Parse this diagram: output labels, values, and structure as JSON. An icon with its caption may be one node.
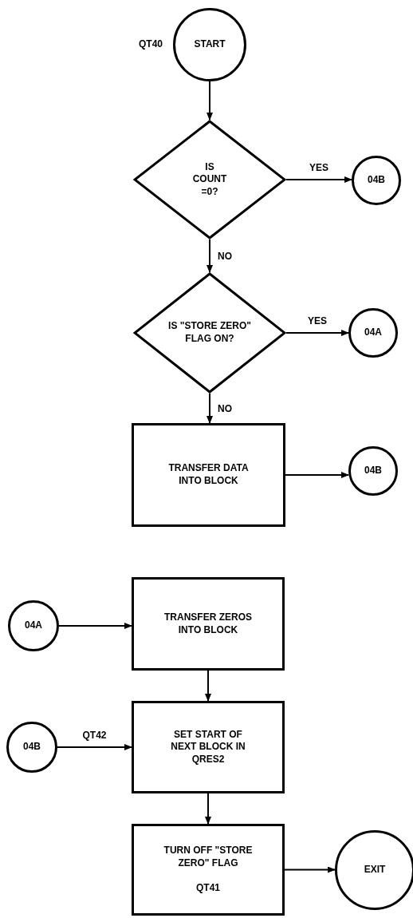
{
  "diagram": {
    "nodes": [
      {
        "text": [
          "START"
        ],
        "beside": [
          "QT40"
        ]
      },
      {
        "text": [
          "IS COUNT =0?"
        ]
      },
      {
        "text": [
          "04B"
        ]
      },
      {
        "text": [
          "IS \"STORE ZERO\" FLAG ON?"
        ]
      },
      {
        "text": [
          "04A"
        ]
      },
      {
        "text": [
          "TRANSFER DATA INTO BLOCK"
        ]
      },
      {
        "text": [
          "04B"
        ]
      },
      {
        "text": [
          "04A"
        ]
      },
      {
        "text": [
          "TRANSFER ZEROS INTO BLOCK"
        ]
      },
      {
        "text": [
          "04B"
        ]
      },
      {
        "text": [
          "SET START OF NEXT BLOCK IN QRES2"
        ]
      },
      {
        "text": [
          "TURN OFF \"STORE ZERO\" FLAG",
          "QT41"
        ]
      },
      {
        "text": [
          "EXIT"
        ]
      }
    ],
    "edges": [
      {
        "from": 0,
        "to": 1,
        "arrow": "to"
      },
      {
        "from": 1,
        "to": 2,
        "arrow": "to",
        "label": "YES"
      },
      {
        "from": 1,
        "to": 3,
        "arrow": "to",
        "label": "NO"
      },
      {
        "from": 3,
        "to": 4,
        "arrow": "to",
        "label": "YES"
      },
      {
        "from": 3,
        "to": 5,
        "arrow": "to",
        "label": "NO"
      },
      {
        "from": 5,
        "to": 6,
        "arrow": "to"
      },
      {
        "from": 7,
        "to": 8,
        "arrow": "to"
      },
      {
        "from": 9,
        "to": 10,
        "arrow": "to",
        "label": "QT42"
      },
      {
        "from": 8,
        "to": 10,
        "arrow": "to"
      },
      {
        "from": 10,
        "to": 11,
        "arrow": "to"
      },
      {
        "from": 11,
        "to": 12,
        "arrow": "to"
      }
    ]
  }
}
